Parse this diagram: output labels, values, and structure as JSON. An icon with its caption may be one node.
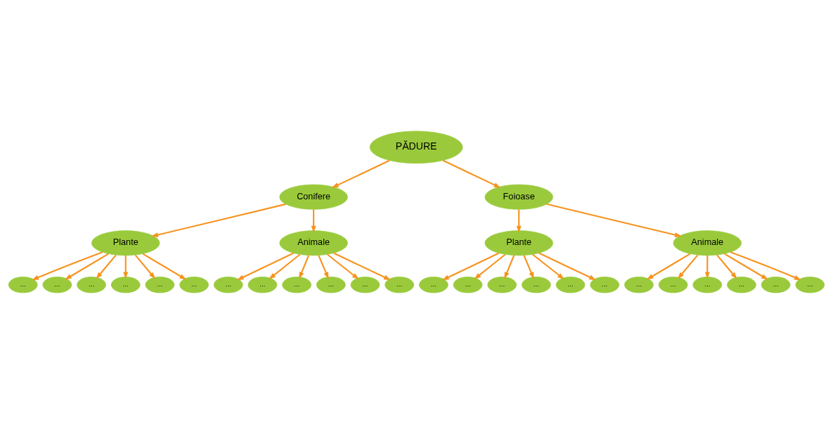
{
  "diagram": {
    "nodes": [
      {
        "text": [
          "PĂDURE"
        ]
      },
      {
        "text": [
          "Conifere"
        ]
      },
      {
        "text": [
          "Foioase"
        ]
      },
      {
        "text": [
          "Plante"
        ]
      },
      {
        "text": [
          "Animale"
        ]
      },
      {
        "text": [
          "Plante"
        ]
      },
      {
        "text": [
          "Animale"
        ]
      },
      {
        "text": [
          "..."
        ]
      },
      {
        "text": [
          "..."
        ]
      },
      {
        "text": [
          "..."
        ]
      },
      {
        "text": [
          "..."
        ]
      },
      {
        "text": [
          "..."
        ]
      },
      {
        "text": [
          "..."
        ]
      },
      {
        "text": [
          "..."
        ]
      },
      {
        "text": [
          "..."
        ]
      },
      {
        "text": [
          "..."
        ]
      },
      {
        "text": [
          "..."
        ]
      },
      {
        "text": [
          "..."
        ]
      },
      {
        "text": [
          "..."
        ]
      },
      {
        "text": [
          "..."
        ]
      },
      {
        "text": [
          "..."
        ]
      },
      {
        "text": [
          "..."
        ]
      },
      {
        "text": [
          "..."
        ]
      },
      {
        "text": [
          "..."
        ]
      },
      {
        "text": [
          "..."
        ]
      },
      {
        "text": [
          "..."
        ]
      },
      {
        "text": [
          "..."
        ]
      },
      {
        "text": [
          "..."
        ]
      },
      {
        "text": [
          "..."
        ]
      },
      {
        "text": [
          "..."
        ]
      },
      {
        "text": [
          "..."
        ]
      }
    ],
    "edges": [
      {
        "from": 0,
        "to": 1,
        "arrow": "to"
      },
      {
        "from": 0,
        "to": 2,
        "arrow": "to"
      },
      {
        "from": 1,
        "to": 3,
        "arrow": "to"
      },
      {
        "from": 1,
        "to": 4,
        "arrow": "to"
      },
      {
        "from": 2,
        "to": 5,
        "arrow": "to"
      },
      {
        "from": 2,
        "to": 6,
        "arrow": "to"
      },
      {
        "from": 3,
        "to": 7,
        "arrow": "to"
      },
      {
        "from": 3,
        "to": 8,
        "arrow": "to"
      },
      {
        "from": 3,
        "to": 9,
        "arrow": "to"
      },
      {
        "from": 3,
        "to": 10,
        "arrow": "to"
      },
      {
        "from": 3,
        "to": 11,
        "arrow": "to"
      },
      {
        "from": 3,
        "to": 12,
        "arrow": "to"
      },
      {
        "from": 4,
        "to": 13,
        "arrow": "to"
      },
      {
        "from": 4,
        "to": 14,
        "arrow": "to"
      },
      {
        "from": 4,
        "to": 15,
        "arrow": "to"
      },
      {
        "from": 4,
        "to": 16,
        "arrow": "to"
      },
      {
        "from": 4,
        "to": 17,
        "arrow": "to"
      },
      {
        "from": 4,
        "to": 18,
        "arrow": "to"
      },
      {
        "from": 5,
        "to": 19,
        "arrow": "to"
      },
      {
        "from": 5,
        "to": 20,
        "arrow": "to"
      },
      {
        "from": 5,
        "to": 21,
        "arrow": "to"
      },
      {
        "from": 5,
        "to": 22,
        "arrow": "to"
      },
      {
        "from": 5,
        "to": 23,
        "arrow": "to"
      },
      {
        "from": 5,
        "to": 24,
        "arrow": "to"
      },
      {
        "from": 6,
        "to": 25,
        "arrow": "to"
      },
      {
        "from": 6,
        "to": 26,
        "arrow": "to"
      },
      {
        "from": 6,
        "to": 27,
        "arrow": "to"
      },
      {
        "from": 6,
        "to": 28,
        "arrow": "to"
      },
      {
        "from": 6,
        "to": 29,
        "arrow": "to"
      },
      {
        "from": 6,
        "to": 30,
        "arrow": "to"
      }
    ]
  }
}
